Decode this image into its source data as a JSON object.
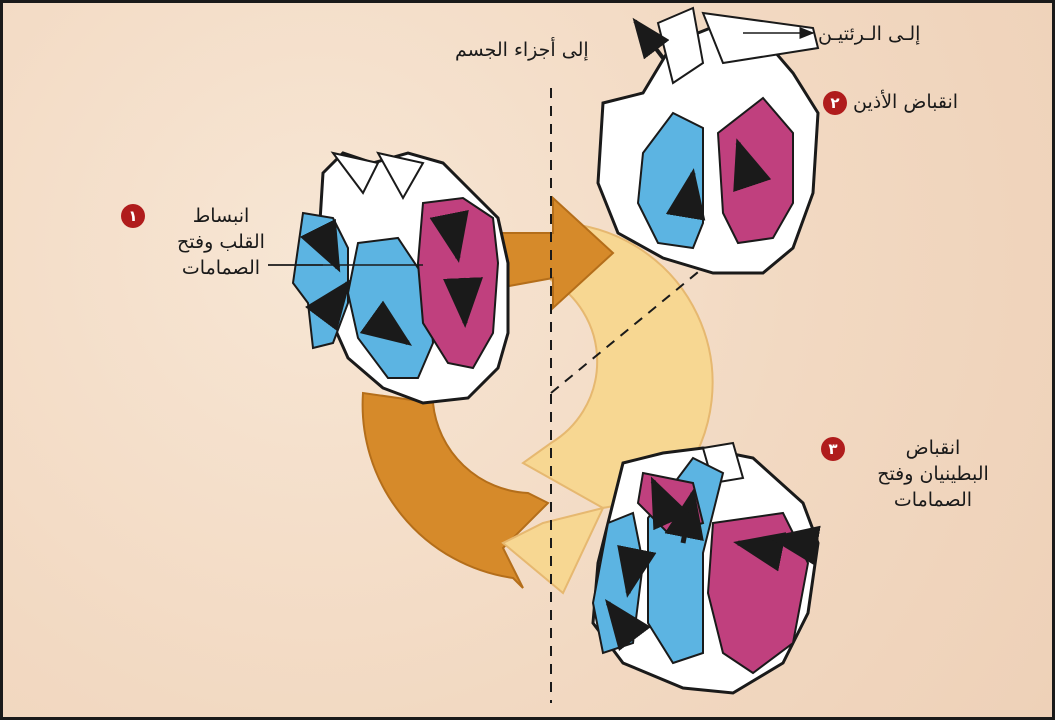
{
  "labels": {
    "to_body": "إلى أجزاء الجسم",
    "to_lungs": "إلـى الـرئتيـن",
    "stage1_line1": "انبساط",
    "stage1_line2": "القلب وفتح",
    "stage1_line3": "الصمامات",
    "stage2": "انقباض الأذين",
    "stage3_line1": "انقباض",
    "stage3_line2": "البطينيان وفتح",
    "stage3_line3": "الصمامات"
  },
  "badges": {
    "stage1": "١",
    "stage2": "٢",
    "stage3": "٣"
  },
  "colors": {
    "background": "#f2d9c2",
    "arrow_dark": "#d68a2a",
    "arrow_light": "#f7d792",
    "deoxygenated_blue": "#5cb4e2",
    "oxygenated_magenta": "#c0407e",
    "badge_red": "#b01c1c"
  }
}
